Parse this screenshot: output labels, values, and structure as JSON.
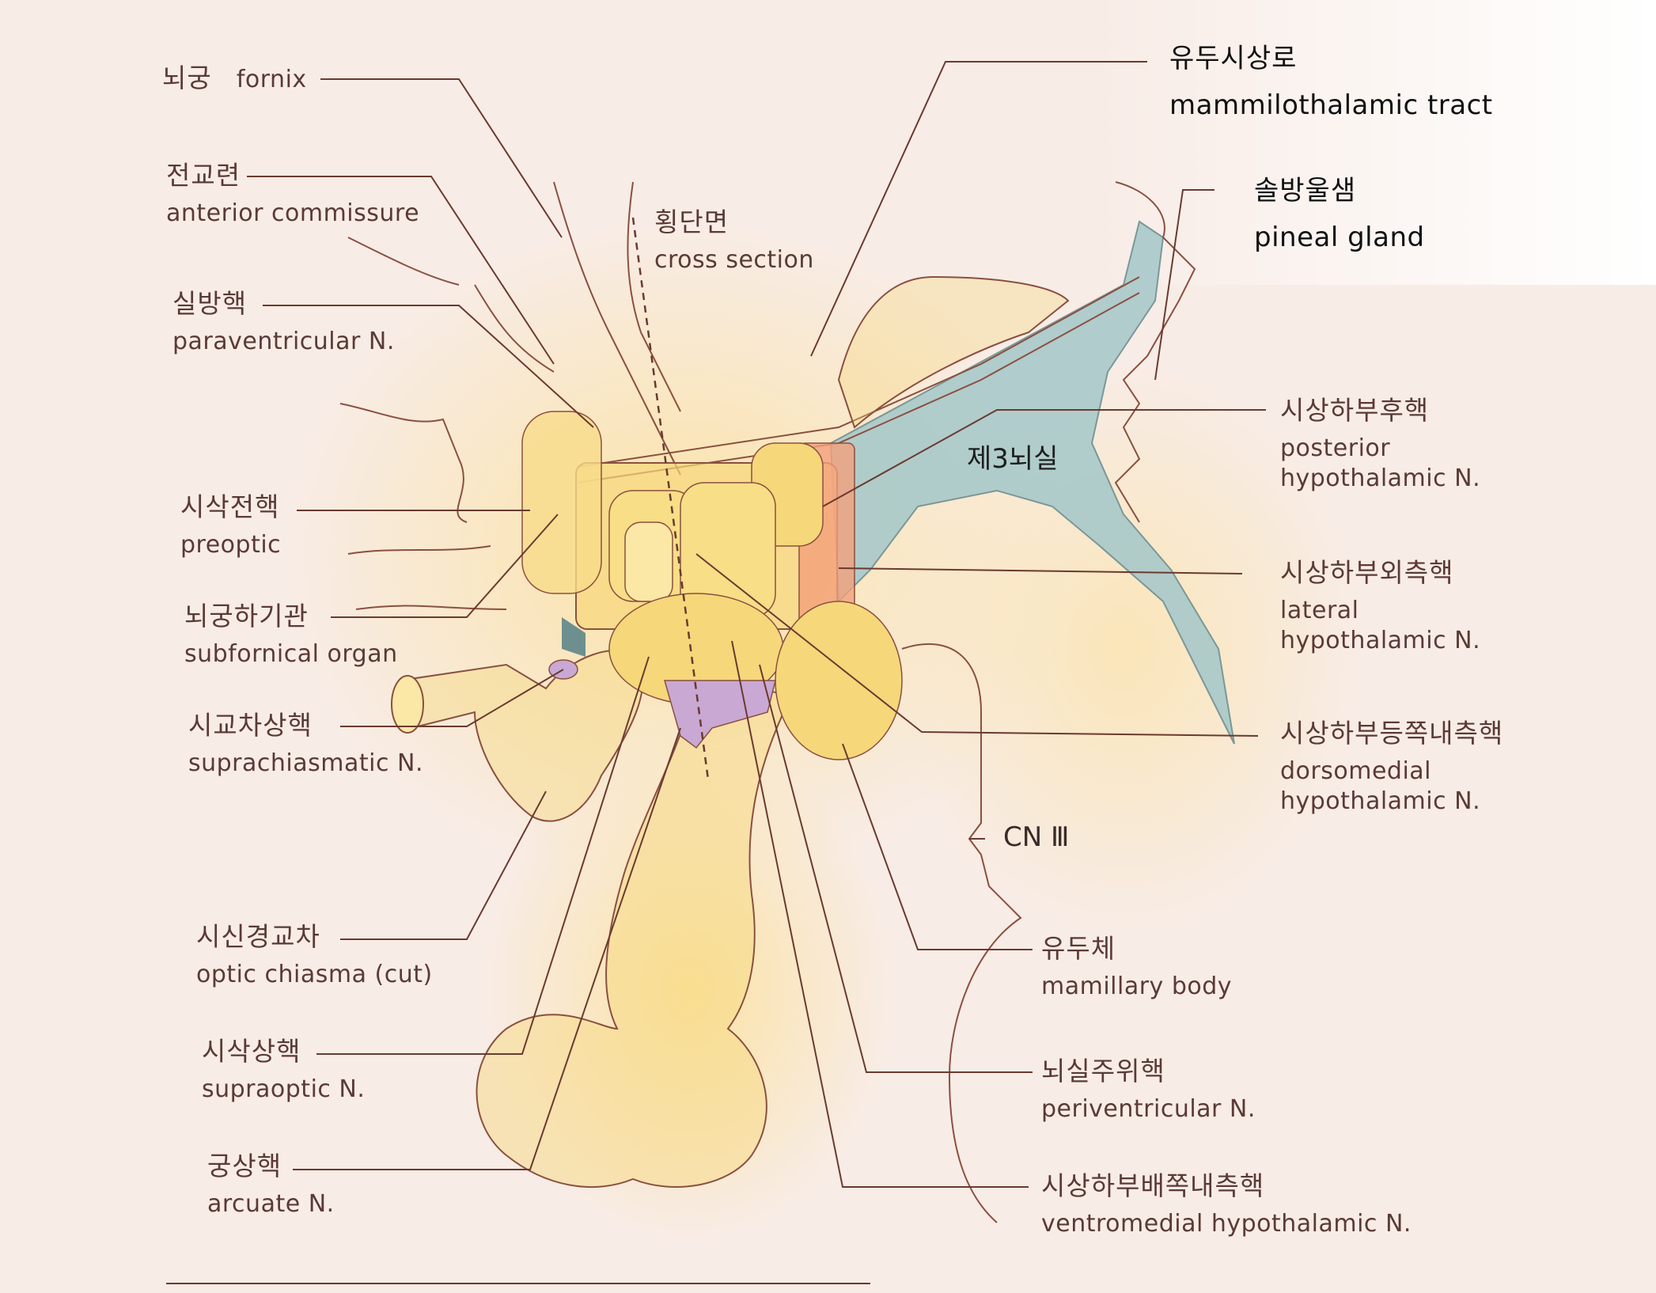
{
  "labels": {
    "fornix": {
      "ko": "뇌궁",
      "en": "fornix"
    },
    "anterior_commissure": {
      "ko": "전교련",
      "en": "anterior commissure"
    },
    "paraventricular": {
      "ko": "실방핵",
      "en": "paraventricular N."
    },
    "preoptic": {
      "ko": "시삭전핵",
      "en": "preoptic"
    },
    "subfornical": {
      "ko": "뇌궁하기관",
      "en": "subfornical organ"
    },
    "suprachiasmatic": {
      "ko": "시교차상핵",
      "en": "suprachiasmatic N."
    },
    "optic_chiasma": {
      "ko": "시신경교차",
      "en": "optic chiasma (cut)"
    },
    "supraoptic": {
      "ko": "시삭상핵",
      "en": "supraoptic N."
    },
    "arcuate": {
      "ko": "궁상핵",
      "en": "arcuate N."
    },
    "cross_section": {
      "ko": "횡단면",
      "en": "cross section"
    },
    "mammilothalamic": {
      "ko": "유두시상로",
      "en": "mammilothalamic tract"
    },
    "pineal": {
      "ko": "솔방울샘",
      "en": "pineal gland"
    },
    "third_ventricle": "제3뇌실",
    "posterior_hypothalamic": {
      "ko": "시상하부후핵",
      "en1": "posterior",
      "en2": "hypothalamic N."
    },
    "lateral_hypothalamic": {
      "ko": "시상하부외측핵",
      "en1": "lateral",
      "en2": "hypothalamic N."
    },
    "dorsomedial": {
      "ko": "시상하부등쪽내측핵",
      "en1": "dorsomedial",
      "en2": "hypothalamic N."
    },
    "cn3": "CN Ⅲ",
    "mamillary_body": {
      "ko": "유두체",
      "en": "mamillary body"
    },
    "periventricular": {
      "ko": "뇌실주위핵",
      "en": "periventricular N."
    },
    "ventromedial": {
      "ko": "시상하부배쪽내측핵",
      "en": "ventromedial hypothalamic N."
    }
  },
  "colors": {
    "background": "#f8ece6",
    "nucleus_yellow": "#f6d77a",
    "glow": "#fbe7a6",
    "ventricle": "#a9c9ca",
    "lateral_orange": "#f2a07c",
    "ventromedial_purple": "#c9a8d4",
    "outline": "#7a4a3a"
  }
}
